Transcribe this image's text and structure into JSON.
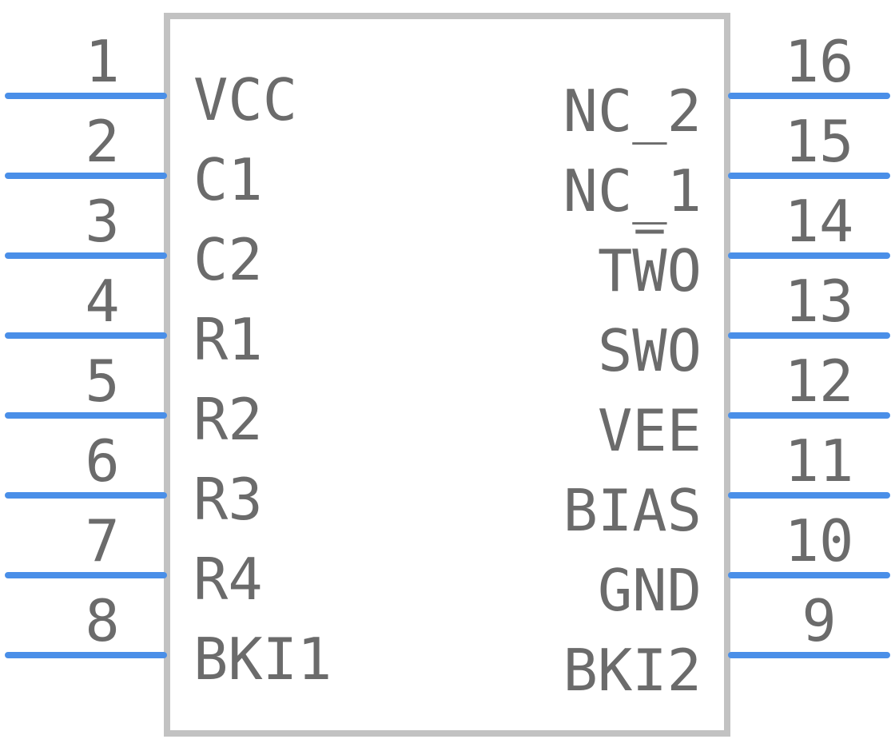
{
  "colors": {
    "body_outline": "#c2c2c2",
    "pin_line": "#4a8fe8",
    "text": "#6b6b6b"
  },
  "left_pins": [
    {
      "number": "1",
      "label": "VCC"
    },
    {
      "number": "2",
      "label": "C1"
    },
    {
      "number": "3",
      "label": "C2"
    },
    {
      "number": "4",
      "label": "R1"
    },
    {
      "number": "5",
      "label": "R2"
    },
    {
      "number": "6",
      "label": "R3"
    },
    {
      "number": "7",
      "label": "R4"
    },
    {
      "number": "8",
      "label": "BKI1"
    }
  ],
  "right_pins": [
    {
      "number": "16",
      "label": "NC_2",
      "overline": false
    },
    {
      "number": "15",
      "label": "NC_1",
      "overline": false
    },
    {
      "number": "14",
      "label": "TWO",
      "overline_index": 1
    },
    {
      "number": "13",
      "label": "SWO"
    },
    {
      "number": "12",
      "label": "VEE"
    },
    {
      "number": "11",
      "label": "BIAS"
    },
    {
      "number": "10",
      "label": "GND"
    },
    {
      "number": "9",
      "label": "BKI2"
    }
  ]
}
